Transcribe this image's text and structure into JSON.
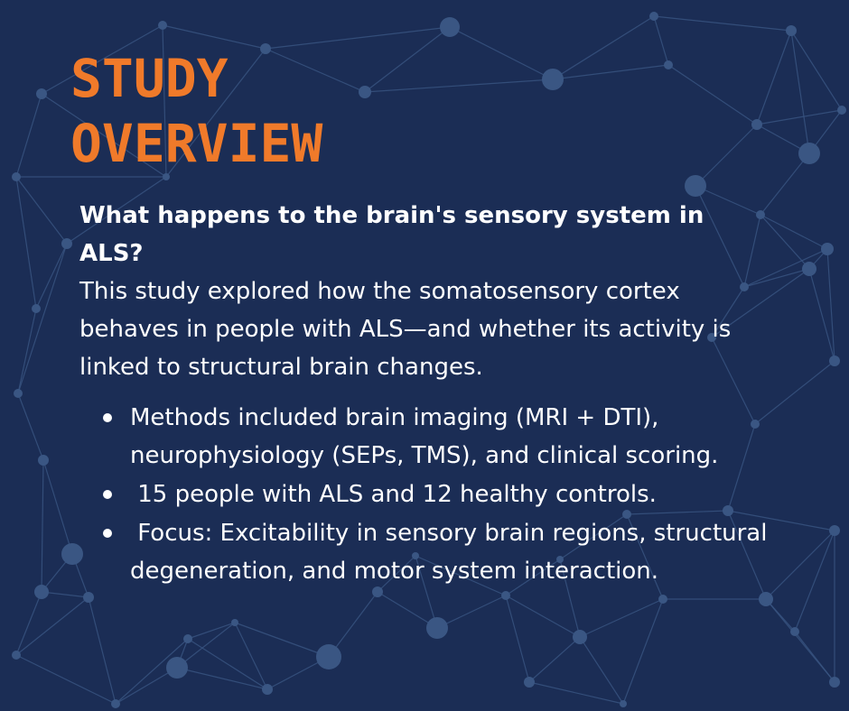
{
  "colors": {
    "background": "#1b2d55",
    "network": "#3a5683",
    "title": "#f07a2a",
    "text": "#ffffff"
  },
  "title": {
    "line1": "STUDY",
    "line2": "OVERVIEW"
  },
  "question": "What happens to the brain's sensory system in ALS?",
  "intro": "This study explored how the somatosensory cortex behaves in people with ALS—and whether its activity is linked to structural brain changes.",
  "bullets": [
    "Methods included brain imaging (MRI + DTI), neurophysiology (SEPs, TMS), and clinical scoring.",
    " 15 people with ALS and 12 healthy controls.",
    " Focus: Excitability in sensory brain regions, structural degeneration, and motor system interaction."
  ]
}
